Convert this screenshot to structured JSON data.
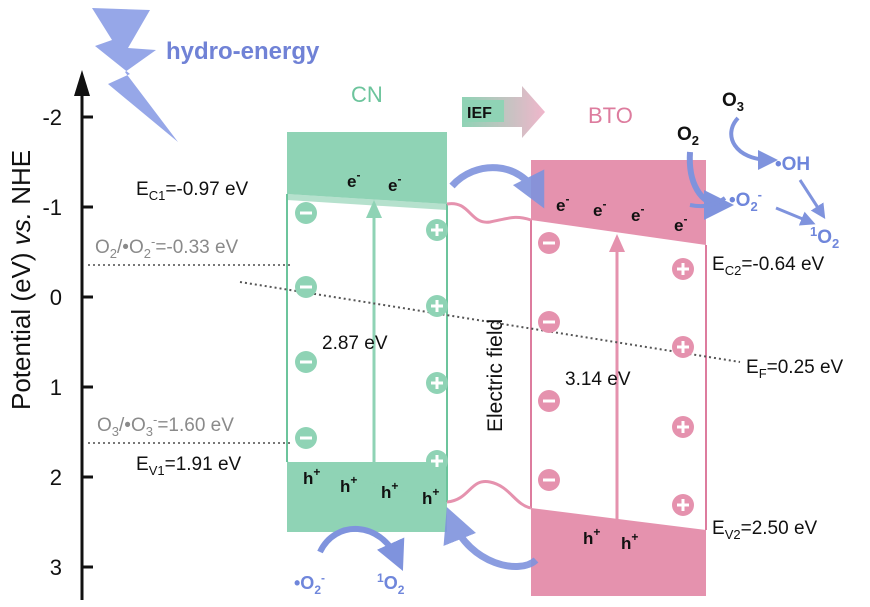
{
  "title": "hydro-energy",
  "axis": {
    "label_main": "Potential (eV) ",
    "label_vs": "vs.",
    "label_ref": " NHE",
    "ticks": [
      "-2",
      "-1",
      "0",
      "1",
      "2",
      "3"
    ],
    "tick_values": [
      -2,
      -1,
      0,
      1,
      2,
      3
    ]
  },
  "cn": {
    "name": "CN",
    "gap": "2.87 eV",
    "ec_main": "E",
    "ec_sub": "C1",
    "ec_val": "=-0.97 eV",
    "ev_main": "E",
    "ev_sub": "V1",
    "ev_val": "=1.91 eV",
    "cb_potential": -0.97,
    "vb_potential": 1.91
  },
  "bto": {
    "name": "BTO",
    "gap": "3.14 eV",
    "ec_main": "E",
    "ec_sub": "C2",
    "ec_val": "=-0.64 eV",
    "ev_main": "E",
    "ev_sub": "V2",
    "ev_val": "=2.50 eV",
    "cb_potential": -0.64,
    "vb_potential": 2.5
  },
  "ief": "IEF",
  "electric_field": "Electric field",
  "fermi": {
    "main": "E",
    "sub": "F",
    "val": "=0.25 eV",
    "potential": 0.25
  },
  "redox": {
    "o2_main": "O",
    "o2_sub": "2",
    "o2_mid": "/•O",
    "o2_sub2": "2",
    "o2_sup": "-",
    "o2_val": "=-0.33 eV",
    "o2_potential": -0.33,
    "o3_main": "O",
    "o3_sub": "3",
    "o3_mid": "/•O",
    "o3_sub2": "3",
    "o3_sup": "-",
    "o3_val": "=1.60 eV",
    "o3_potential": 1.6
  },
  "carriers": {
    "electron": "e",
    "electron_sup": "-",
    "hole": "h",
    "hole_sup": "+"
  },
  "species": {
    "o2_main": "O",
    "o2_sub": "2",
    "o3_main": "O",
    "o3_sub": "3",
    "oh": "•OH",
    "superoxide_main": "•O",
    "superoxide_sub": "2",
    "superoxide_sup": "-",
    "singlet_sup": "1",
    "singlet_main": "O",
    "singlet_sub": "2"
  },
  "colors": {
    "cn_fill": "#8fd3b5",
    "cn_stroke": "#6cc49c",
    "bto_fill": "#e592ae",
    "bto_stroke": "#dd7c9e",
    "arrow_blue": "#7f93dd",
    "axis": "#111111",
    "dotted": "#777777"
  }
}
